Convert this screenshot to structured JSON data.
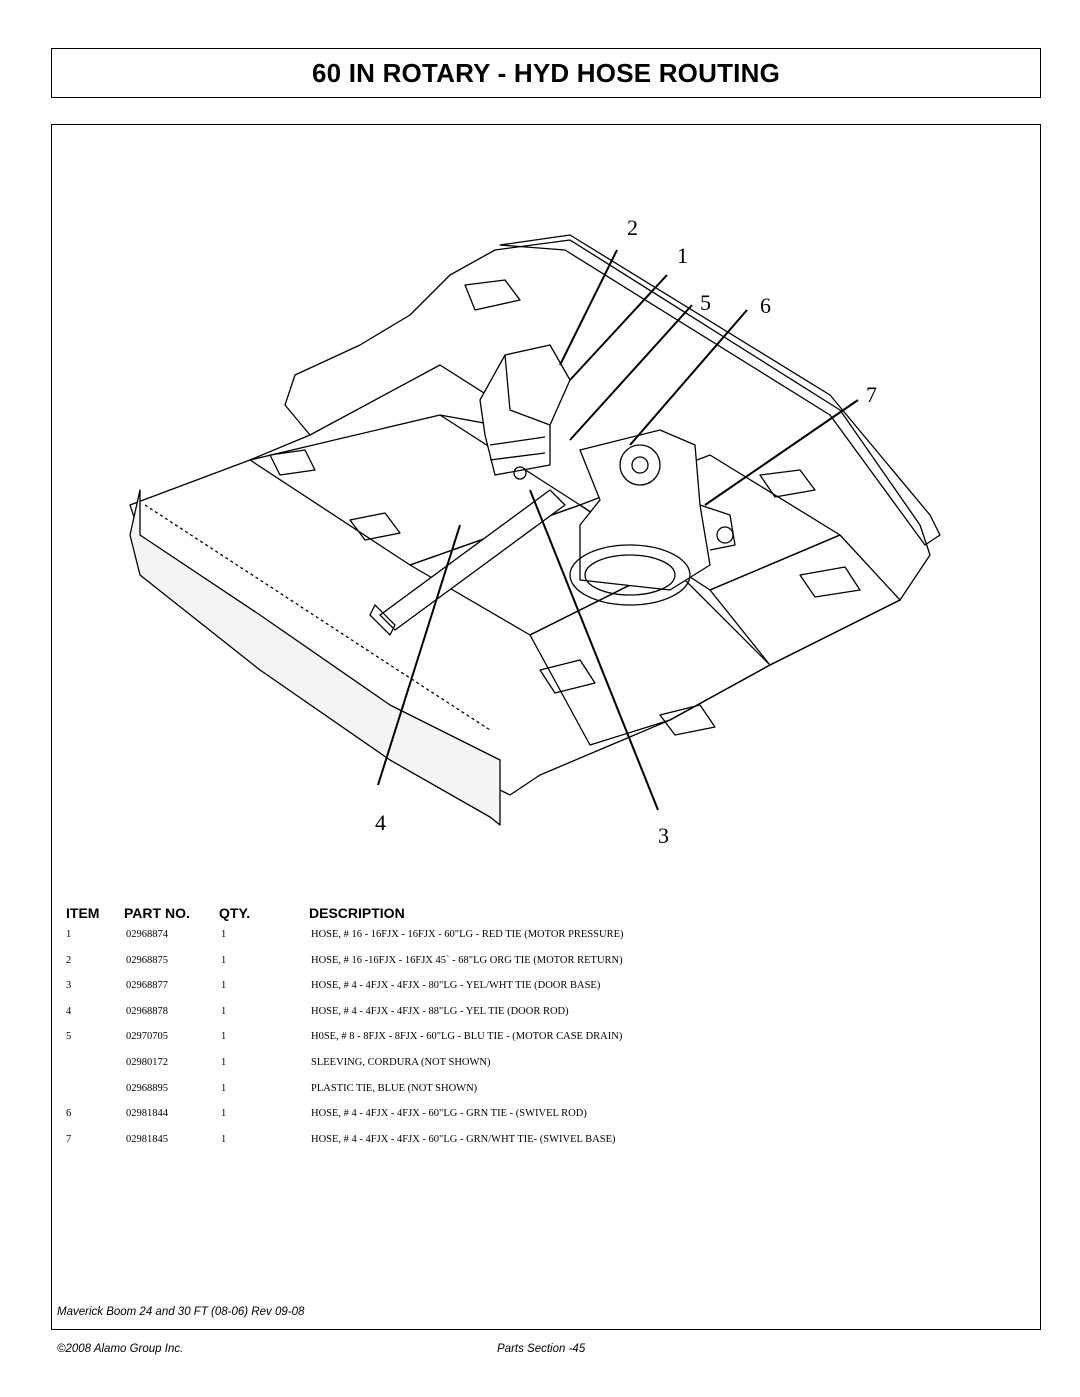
{
  "title": "60 IN ROTARY - HYD HOSE ROUTING",
  "callouts": [
    "2",
    "1",
    "5",
    "6",
    "7",
    "4",
    "3"
  ],
  "table": {
    "headers": {
      "item": "ITEM",
      "part": "PART NO.",
      "qty": "QTY.",
      "desc": "DESCRIPTION"
    },
    "rows": [
      {
        "item": "1",
        "part": "02968874",
        "qty": "1",
        "desc": "HOSE, # 16 - 16FJX - 16FJX - 60\"LG - RED TIE (MOTOR PRESSURE)"
      },
      {
        "item": "2",
        "part": "02968875",
        "qty": "1",
        "desc": "HOSE, # 16 -16FJX - 16FJX 45` - 68\"LG ORG TIE (MOTOR RETURN)"
      },
      {
        "item": "3",
        "part": "02968877",
        "qty": "1",
        "desc": "HOSE, # 4 - 4FJX - 4FJX - 80\"LG - YEL/WHT TIE (DOOR BASE)"
      },
      {
        "item": "4",
        "part": "02968878",
        "qty": "1",
        "desc": "HOSE, # 4 - 4FJX - 4FJX - 88\"LG - YEL TIE (DOOR ROD)"
      },
      {
        "item": "5",
        "part": "02970705",
        "qty": "1",
        "desc": "H0SE, # 8 - 8FJX - 8FJX - 60\"LG - BLU TIE - (MOTOR CASE DRAIN)"
      },
      {
        "item": "",
        "part": "02980172",
        "qty": "1",
        "desc": "SLEEVING, CORDURA (NOT SHOWN)"
      },
      {
        "item": "",
        "part": "02968895",
        "qty": "1",
        "desc": "PLASTIC TIE, BLUE (NOT SHOWN)"
      },
      {
        "item": "6",
        "part": "02981844",
        "qty": "1",
        "desc": "HOSE, # 4 - 4FJX - 4FJX - 60\"LG - GRN TIE - (SWIVEL ROD)"
      },
      {
        "item": "7",
        "part": "02981845",
        "qty": "1",
        "desc": "HOSE, # 4 - 4FJX - 4FJX - 60\"LG - GRN/WHT TIE- (SWIVEL BASE)"
      }
    ]
  },
  "footer": {
    "doc": "Maverick Boom 24 and 30 FT (08-06) Rev 09-08",
    "copyright": "©2008 Alamo Group Inc.",
    "page": "Parts Section -45"
  }
}
